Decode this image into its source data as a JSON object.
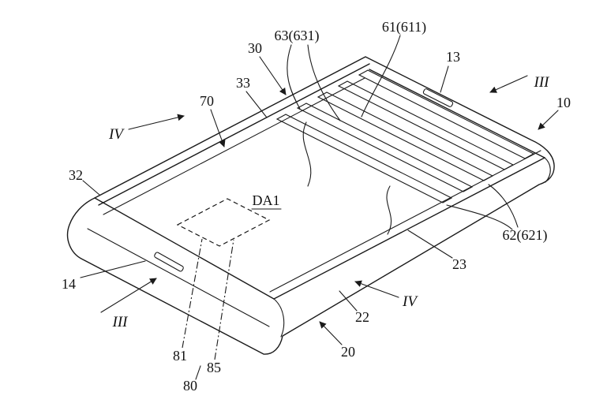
{
  "figure": {
    "kind": "patent-line-drawing",
    "colors": {
      "background": "#ffffff",
      "line": "#1a1a1a",
      "text": "#111111"
    },
    "labels": {
      "ref63": "63(631)",
      "ref61": "61(611)",
      "ref30": "30",
      "ref33": "33",
      "ref13": "13",
      "sec3tr": "III",
      "ref10": "10",
      "ref70": "70",
      "sec4tl": "IV",
      "ref32": "32",
      "ref14": "14",
      "sec3bl": "III",
      "ref62": "62(621)",
      "ref23": "23",
      "sec4br": "IV",
      "ref22": "22",
      "ref20": "20",
      "ref81": "81",
      "ref85": "85",
      "ref80": "80",
      "da1": "DA1"
    }
  }
}
